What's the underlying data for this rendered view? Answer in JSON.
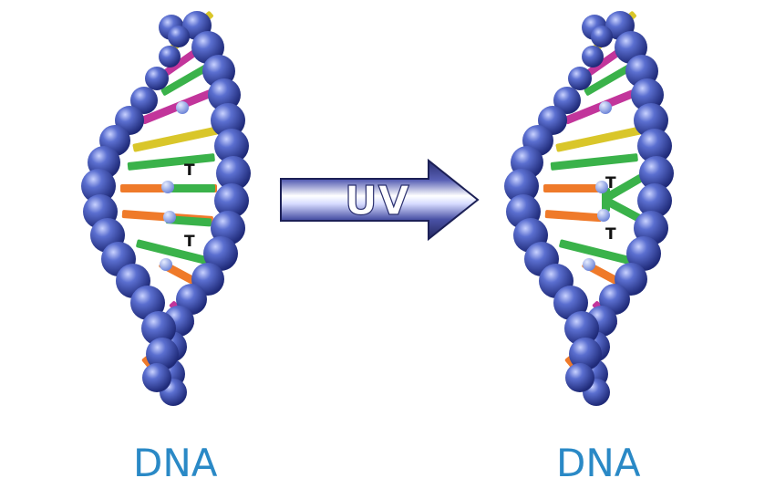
{
  "left_helix": {
    "label": "DNA",
    "base_labels": [
      "T",
      "T"
    ]
  },
  "right_helix": {
    "label": "DNA",
    "base_labels": [
      "T",
      "T"
    ]
  },
  "arrow": {
    "label": "UV"
  },
  "colors": {
    "backbone": "#2b3f9c",
    "backbone_highlight": "#aab6ee",
    "label": "#2a89c6",
    "arrow": "#2a2f6e",
    "arrow_text": "#ffffff",
    "rung_green": "#3ab24a",
    "rung_orange": "#ef7a2a",
    "rung_magenta": "#c2359b",
    "rung_yellow": "#d9c62a",
    "base_text": "#111111"
  }
}
